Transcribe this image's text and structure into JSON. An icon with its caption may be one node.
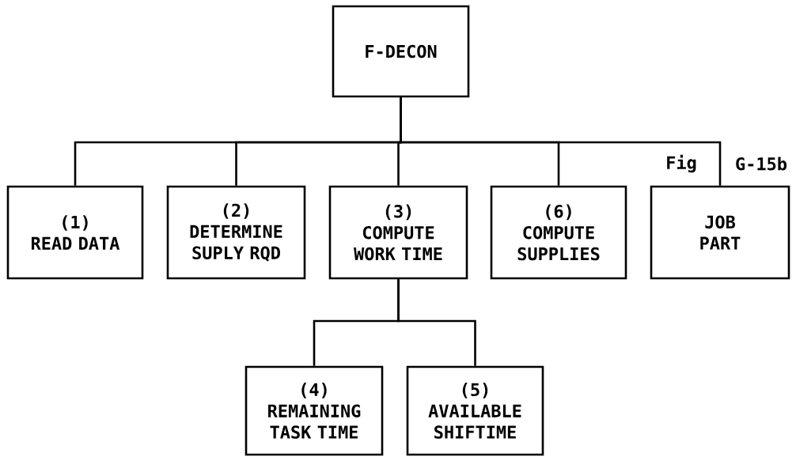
{
  "diagram": {
    "nodes": [
      {
        "text": [
          "F-DECON"
        ]
      },
      {
        "text": [
          "(1)",
          "READ DATA"
        ]
      },
      {
        "text": [
          "(2)",
          "DETERMINE SUPLY RQD"
        ]
      },
      {
        "text": [
          "(3)",
          "COMPUTE WORK TIME"
        ]
      },
      {
        "text": [
          "(6)",
          "COMPUTE SUPPLIES"
        ]
      },
      {
        "text": [
          "JOB PART"
        ]
      },
      {
        "text": [
          "(4)",
          "REMAINING TASK TIME"
        ]
      },
      {
        "text": [
          "(5)",
          "AVAILABLE SHIFTIME"
        ]
      }
    ],
    "edges": [
      {
        "from": 0,
        "to": 1,
        "arrow": "none"
      },
      {
        "from": 0,
        "to": 2,
        "arrow": "none"
      },
      {
        "from": 0,
        "to": 3,
        "arrow": "none"
      },
      {
        "from": 0,
        "to": 4,
        "arrow": "none"
      },
      {
        "from": 0,
        "to": 5,
        "arrow": "none"
      },
      {
        "from": 3,
        "to": 6,
        "arrow": "none"
      },
      {
        "from": 3,
        "to": 7,
        "arrow": "none"
      }
    ],
    "labels": [
      "Fig",
      "G-15b"
    ]
  }
}
